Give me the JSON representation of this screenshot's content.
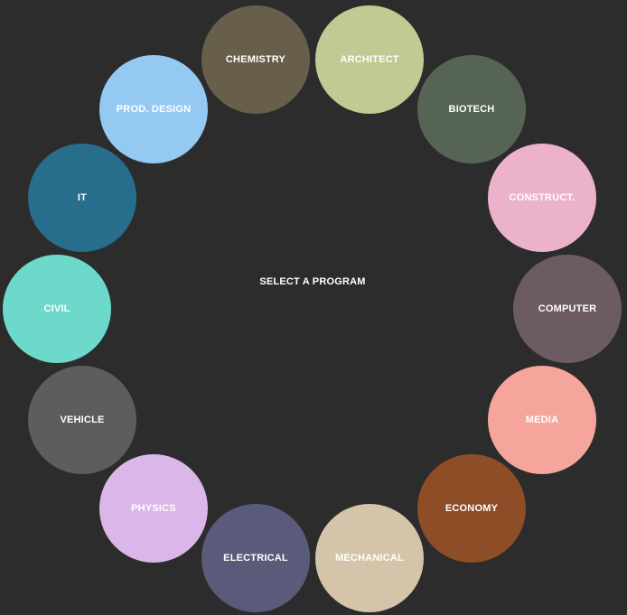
{
  "center_label": "SELECT A PROGRAM",
  "programs": [
    {
      "label": "CHEMISTRY",
      "color": "#675f4c"
    },
    {
      "label": "ARCHITECT",
      "color": "#bfcb92"
    },
    {
      "label": "BIOTECH",
      "color": "#566456"
    },
    {
      "label": "CONSTRUCT.",
      "color": "#ecb2cb"
    },
    {
      "label": "COMPUTER",
      "color": "#6c5b61"
    },
    {
      "label": "MEDIA",
      "color": "#f6a59c"
    },
    {
      "label": "ECONOMY",
      "color": "#8d4d27"
    },
    {
      "label": "MECHANICAL",
      "color": "#d4c5aa"
    },
    {
      "label": "ELECTRICAL",
      "color": "#5a5a7a"
    },
    {
      "label": "PHYSICS",
      "color": "#dbb6e9"
    },
    {
      "label": "VEHICLE",
      "color": "#5e5c5c"
    },
    {
      "label": "CIVIL",
      "color": "#6dd9cb"
    },
    {
      "label": "IT",
      "color": "#276d8c"
    },
    {
      "label": "PROD. DESIGN",
      "color": "#94c9f2"
    }
  ]
}
